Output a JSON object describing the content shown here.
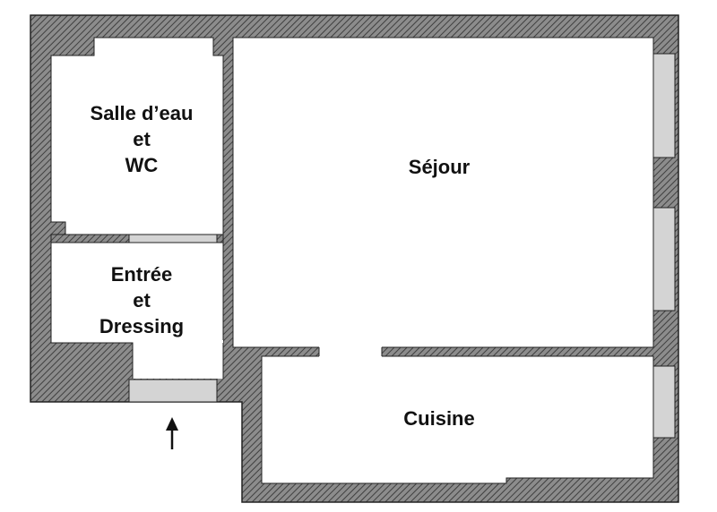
{
  "rooms": {
    "bathroom": [
      "Salle d’eau",
      "et",
      "WC"
    ],
    "entry": [
      "Entrée",
      "et",
      "Dressing"
    ],
    "living": "Séjour",
    "kitchen": "Cuisine"
  },
  "colors": {
    "wall": "#8c8c8c",
    "hatch": "#4a4a4a",
    "window_fill": "#d4d4d4",
    "floor": "#ffffff",
    "outline": "#222222"
  },
  "icons": {
    "entrance": "up-arrow-icon"
  }
}
